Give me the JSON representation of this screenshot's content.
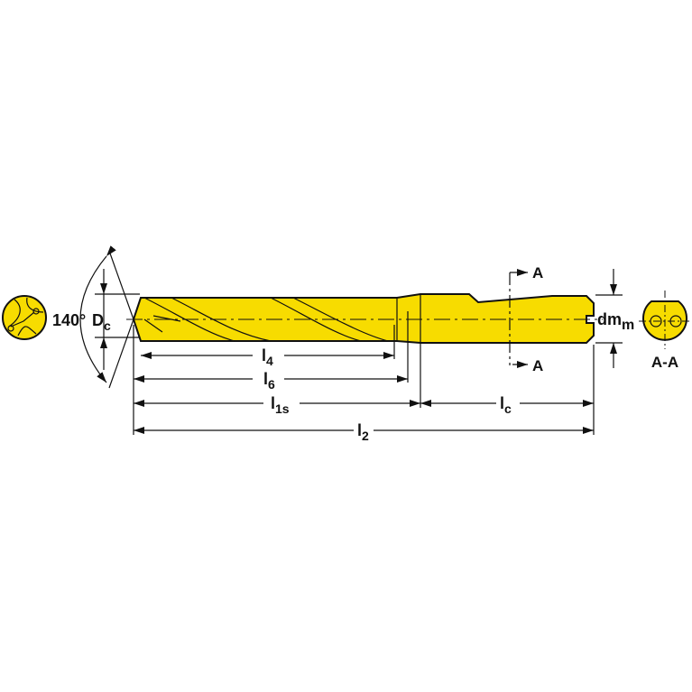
{
  "colors": {
    "tool": "#F7DC00",
    "outline": "#111111"
  },
  "labels": {
    "angle": "140°",
    "dc_main": "D",
    "dc_sub": "c",
    "l4_main": "l",
    "l4_sub": "4",
    "l6_main": "l",
    "l6_sub": "6",
    "l1s_main": "l",
    "l1s_sub": "1s",
    "lc_main": "l",
    "lc_sub": "c",
    "l2_main": "l",
    "l2_sub": "2",
    "dmm_main": "dm",
    "dmm_sub": "m",
    "section_top": "A",
    "section_bottom": "A",
    "section_view": "A-A"
  }
}
